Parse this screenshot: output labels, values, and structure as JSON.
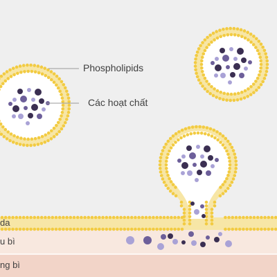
{
  "labels": {
    "phospholipids": "Phospholipids",
    "active_ingredients": "Các hoạt chất"
  },
  "skin_layers": [
    {
      "label": "da"
    },
    {
      "label": "u bì"
    },
    {
      "label": "ng bì"
    }
  ],
  "colors": {
    "background": "#efefef",
    "phospholipid_head": "#f2cb42",
    "phospholipid_tail": "#f7e6a6",
    "vesicle_core": "#ffffff",
    "particle_dark": "#3b2f52",
    "particle_mid": "#6d5f9a",
    "particle_light": "#a9a2d6",
    "layer_epidermis": "#f8e8df",
    "layer_dermis": "#f2d4c8",
    "leader_line": "#9a9a9a"
  }
}
